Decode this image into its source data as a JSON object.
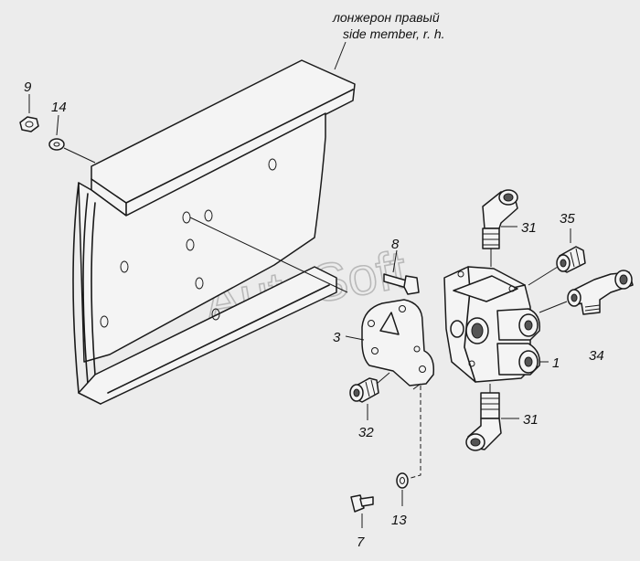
{
  "caption": {
    "line1": "лонжерон правый",
    "line2": "side member, r. h."
  },
  "watermark": "AutoSoft",
  "callouts": {
    "p9": "9",
    "p14": "14",
    "p8": "8",
    "p31_top": "31",
    "p35": "35",
    "p34": "34",
    "p3": "3",
    "p1": "1",
    "p32": "32",
    "p31_bottom": "31",
    "p13": "13",
    "p7": "7"
  }
}
